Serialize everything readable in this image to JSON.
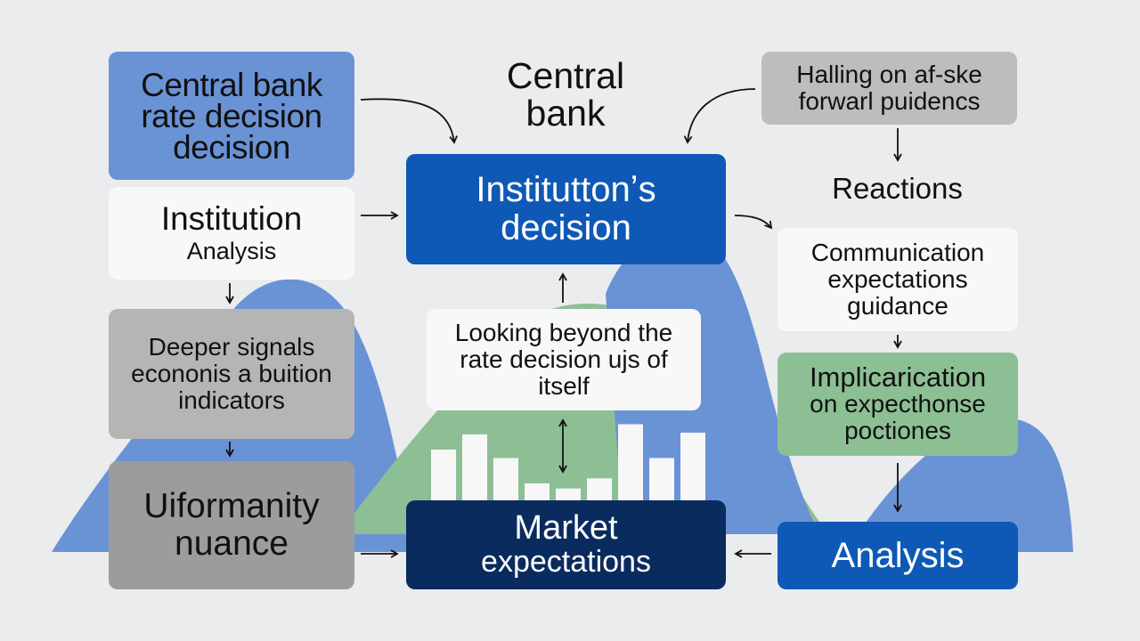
{
  "left_column": {
    "top_box": [
      "Central bank",
      "rate decision",
      "decision"
    ],
    "institution_box": {
      "title": "Institution",
      "subtitle": "Analysis"
    },
    "signals_box": [
      "Deeper signals",
      "econonis a buition",
      "indicators"
    ],
    "uniformity_box": [
      "Uiformanity",
      "nuance"
    ]
  },
  "center_column": {
    "heading": [
      "Central",
      "bank"
    ],
    "decision_box": [
      "Instituttonʼs",
      "decision"
    ],
    "beyond_box": [
      "Looking beyond the",
      "rate decision ujs of",
      "itself"
    ],
    "market_box": [
      "Market",
      "expectations"
    ]
  },
  "right_column": {
    "top_box": [
      "Halling on af-ske",
      "forwarl puidencs"
    ],
    "heading": "Reactions",
    "communication_box": [
      "Communication",
      "expectations",
      "guidance"
    ],
    "implication_box": [
      "Implicarication",
      "on expecthonse",
      "poctiones"
    ],
    "analysis_box": "Analysis"
  },
  "background_bars": [
    0.6,
    0.78,
    0.5,
    0.2,
    0.14,
    0.26,
    0.9,
    0.5,
    0.8
  ],
  "colors": {
    "light_blue": "#6a93d6",
    "blue": "#0f59b6",
    "navy": "#0a2b5e",
    "green": "#8dbf94",
    "gray": "#b5b5b5",
    "background": "#ebecee"
  }
}
